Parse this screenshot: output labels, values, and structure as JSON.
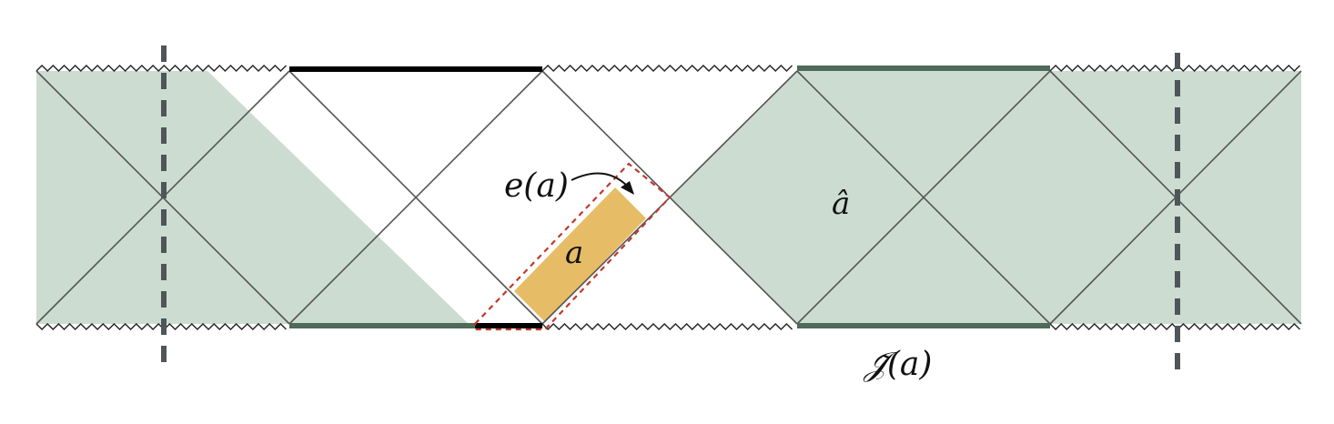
{
  "labels": {
    "entanglement_wedge": "e(a)",
    "region": "a",
    "complement": "â",
    "scri_tilde": "𝒥̃(a)"
  },
  "colors": {
    "shade": "#ccdcd1",
    "region_fill": "#e6bd66",
    "boundary_green": "#4d6b58",
    "boundary_black": "#000000",
    "dashed_red": "#c0392b",
    "grid_line": "#555555",
    "dashed_vertical": "#50555a"
  }
}
